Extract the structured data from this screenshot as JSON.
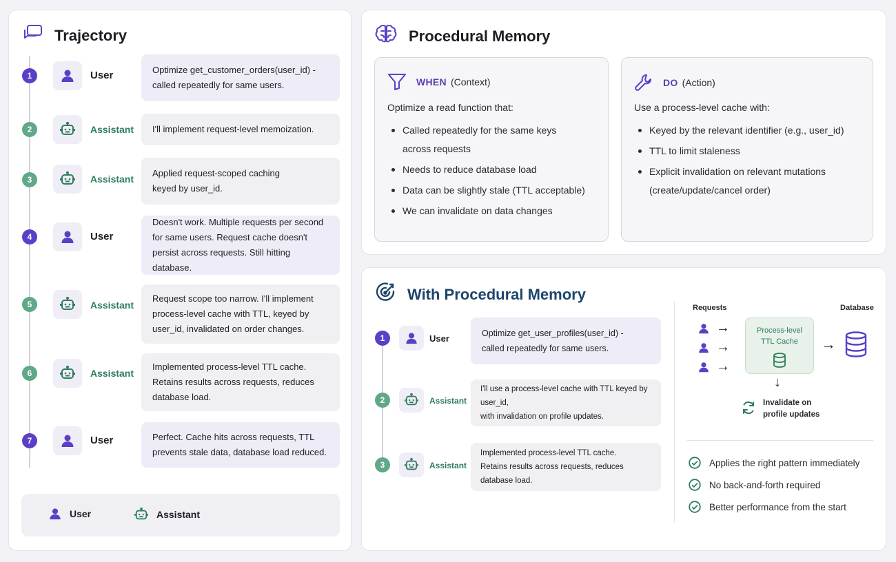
{
  "colors": {
    "user_accent": "#5b3fc7",
    "assistant_accent": "#5fa888",
    "assistant_text": "#2e7d5c",
    "with_title": "#1d4569"
  },
  "trajectory": {
    "title": "Trajectory",
    "steps": [
      {
        "n": "1",
        "role": "User",
        "text": "Optimize get_customer_orders(user_id) -\ncalled repeatedly for same users."
      },
      {
        "n": "2",
        "role": "Assistant",
        "text": "I'll implement request-level memoization."
      },
      {
        "n": "3",
        "role": "Assistant",
        "text": "Applied request-scoped caching\nkeyed by user_id."
      },
      {
        "n": "4",
        "role": "User",
        "text": "Doesn't work. Multiple requests per second\nfor same users. Request cache doesn't\npersist across requests. Still hitting database."
      },
      {
        "n": "5",
        "role": "Assistant",
        "text": "Request scope too narrow. I'll implement\nprocess-level cache with TTL, keyed by\nuser_id, invalidated on order changes."
      },
      {
        "n": "6",
        "role": "Assistant",
        "text": "Implemented process-level TTL cache.\nRetains results across requests, reduces\ndatabase load."
      },
      {
        "n": "7",
        "role": "User",
        "text": "Perfect. Cache hits across requests, TTL\nprevents stale data, database load reduced."
      }
    ],
    "legend": {
      "user": "User",
      "assistant": "Assistant"
    }
  },
  "procedural": {
    "title": "Procedural Memory",
    "when": {
      "keyword": "WHEN",
      "paren": "(Context)",
      "intro": "Optimize a read function that:",
      "items": [
        "Called repeatedly for the same keys across requests",
        "Needs to reduce database load",
        "Data can be slightly stale (TTL acceptable)",
        "We can invalidate on data changes"
      ]
    },
    "do": {
      "keyword": "DO",
      "paren": "(Action)",
      "intro": "Use a process-level cache with:",
      "items": [
        "Keyed by the relevant identifier (e.g., user_id)",
        "TTL to limit staleness",
        "Explicit invalidation on relevant mutations (create/update/cancel order)"
      ]
    }
  },
  "with_memory": {
    "title": "With Procedural Memory",
    "steps": [
      {
        "n": "1",
        "role": "User",
        "text": "Optimize get_user_profiles(user_id) -\ncalled repeatedly for same users."
      },
      {
        "n": "2",
        "role": "Assistant",
        "text": "I'll use a process-level cache with TTL keyed by user_id,\nwith invalidation on profile updates."
      },
      {
        "n": "3",
        "role": "Assistant",
        "text": "Implemented process-level TTL cache.\nRetains results across requests, reduces database load."
      }
    ],
    "diagram": {
      "requests_label": "Requests",
      "database_label": "Database",
      "cache_label": "Process-level\nTTL Cache",
      "invalidate_label": "Invalidate on\nprofile updates",
      "arrow_right": "→",
      "arrow_down": "↓"
    },
    "benefits": [
      "Applies the right pattern immediately",
      "No back-and-forth required",
      "Better performance from the start"
    ]
  }
}
